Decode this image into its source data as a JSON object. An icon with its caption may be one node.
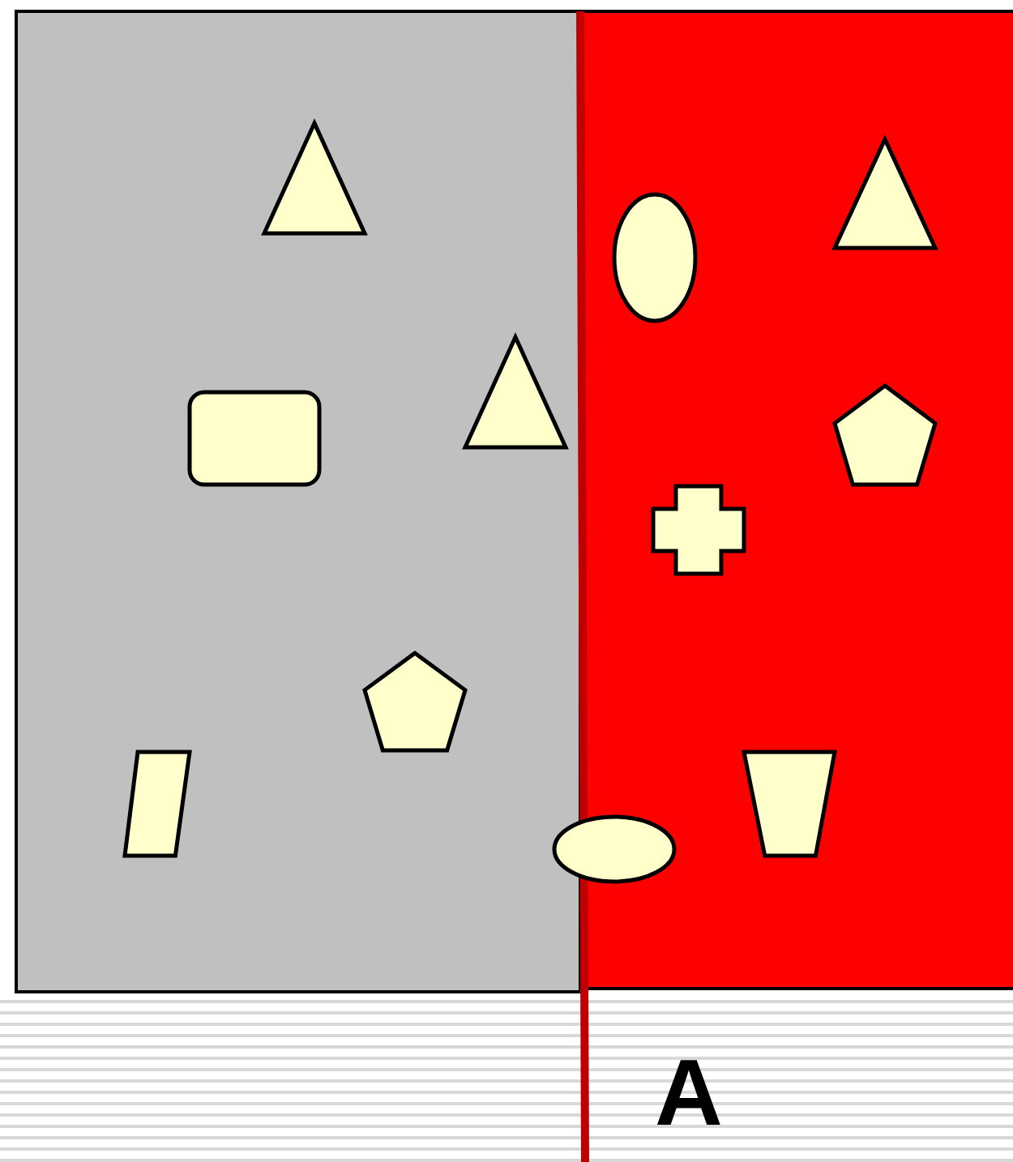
{
  "diagram": {
    "nodes": [
      {
        "text": [],
        "shape": "box"
      },
      {
        "text": [],
        "shape": "triangle",
        "in": 0
      },
      {
        "text": [],
        "shape": "box",
        "in": 0
      },
      {
        "text": [],
        "shape": "triangle",
        "in": 0
      },
      {
        "text": [],
        "shape": "pentagon",
        "in": 0
      },
      {
        "text": [],
        "shape": "parallelogram",
        "in": 0
      },
      {
        "text": [],
        "shape": "box"
      },
      {
        "text": [],
        "shape": "ellipse",
        "in": 6
      },
      {
        "text": [],
        "shape": "triangle",
        "in": 6
      },
      {
        "text": [],
        "shape": "pentagon",
        "in": 6
      },
      {
        "text": [],
        "shape": "cross",
        "in": 6
      },
      {
        "text": [],
        "shape": "trapezoid",
        "in": 6
      },
      {
        "text": [],
        "shape": "ellipse"
      }
    ],
    "labels": [
      "A"
    ]
  }
}
